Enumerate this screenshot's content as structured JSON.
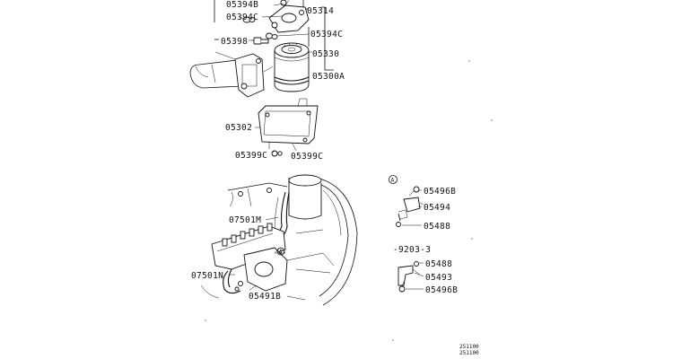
{
  "labels": {
    "p05394B": "05394B",
    "p05314": "05314",
    "p05394C_a": "05394C",
    "p05394C_b": "05394C",
    "p05398": "05398",
    "p05330": "05330",
    "p05300A": "05300A",
    "p05302": "05302",
    "p05399C_a": "05399C",
    "p05399C_b": "05399C",
    "p07501M": "07501M",
    "p07501N": "07501N",
    "p05491B": "05491B",
    "p05496B_a": "05496B",
    "p05494": "05494",
    "p05488_a": "05488",
    "p05488_b": "05488",
    "p05493": "05493",
    "p05496B_b": "05496B"
  },
  "view_marker": "A",
  "date_note": "-9203-3",
  "footer": {
    "line1": "251100",
    "line2": "251100"
  },
  "icons": {
    "view_marker_icon": "circled-letter"
  }
}
